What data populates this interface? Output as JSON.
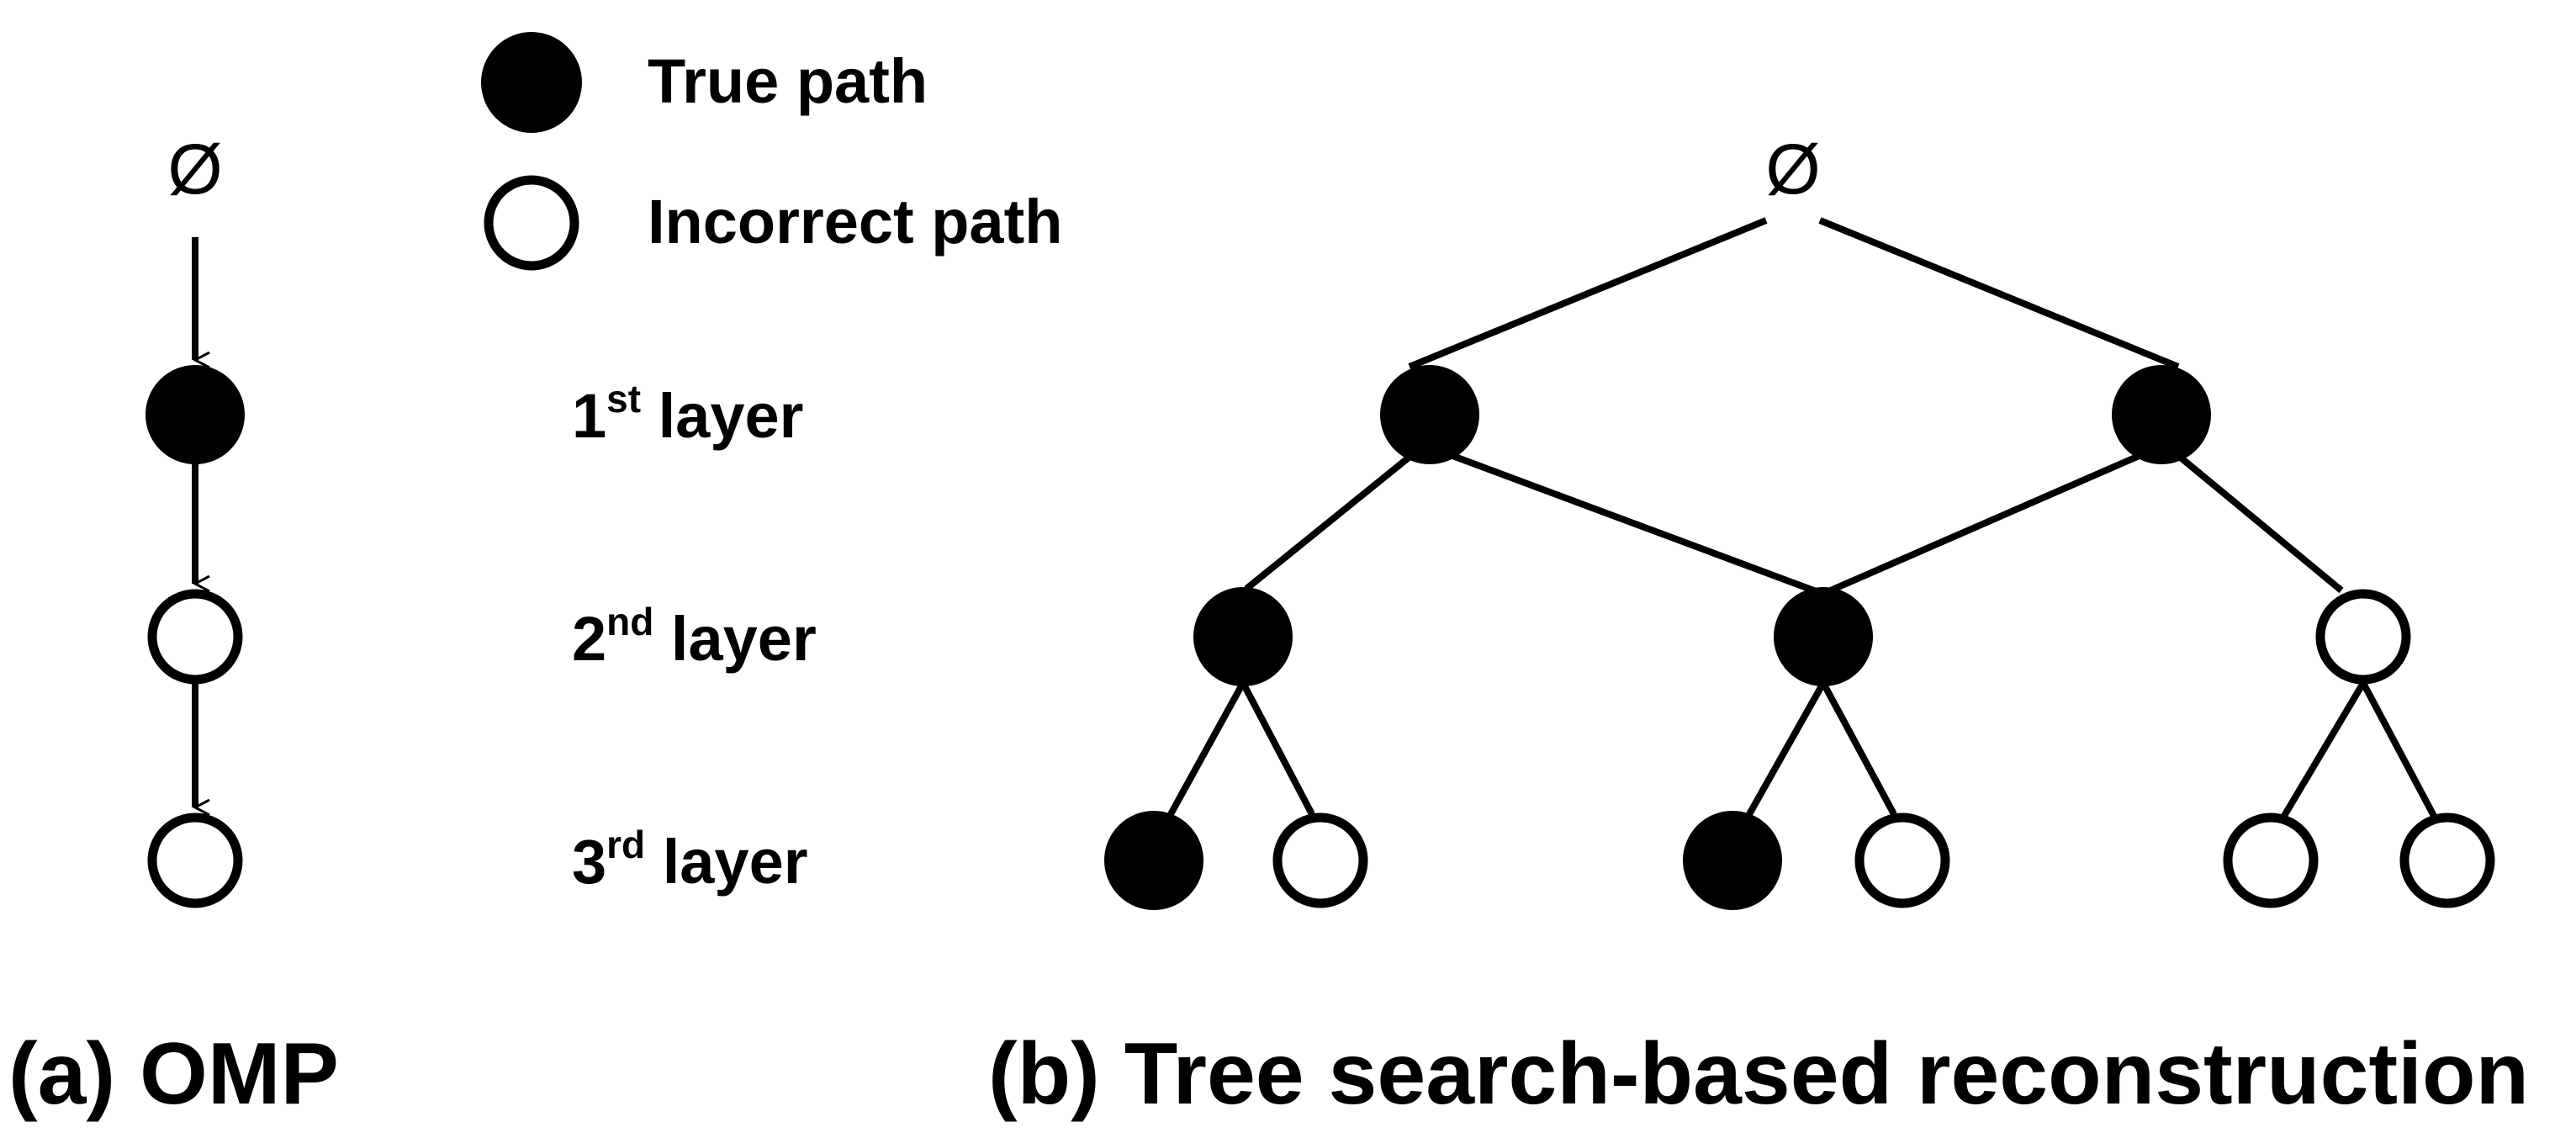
{
  "legend": {
    "items": [
      {
        "label": "True path",
        "status": "true"
      },
      {
        "label": "Incorrect path",
        "status": "incorrect"
      }
    ]
  },
  "layers": [
    {
      "base": "1",
      "sup": "st",
      "word": " layer"
    },
    {
      "base": "2",
      "sup": "nd",
      "word": " layer"
    },
    {
      "base": "3",
      "sup": "rd",
      "word": " layer"
    }
  ],
  "omp": {
    "root_symbol": "Ø",
    "nodes": [
      "true",
      "incorrect",
      "incorrect"
    ],
    "caption": "(a) OMP"
  },
  "tree": {
    "root_symbol": "Ø",
    "layer1": [
      "true",
      "true"
    ],
    "layer2": [
      "true",
      "true",
      "incorrect"
    ],
    "layer3": [
      "true",
      "incorrect",
      "true",
      "incorrect",
      "incorrect",
      "incorrect"
    ],
    "caption": "(b) Tree search-based reconstruction"
  },
  "colors": {
    "true_fill": "#000000",
    "incorrect_fill": "#ffffff",
    "stroke": "#000000"
  }
}
